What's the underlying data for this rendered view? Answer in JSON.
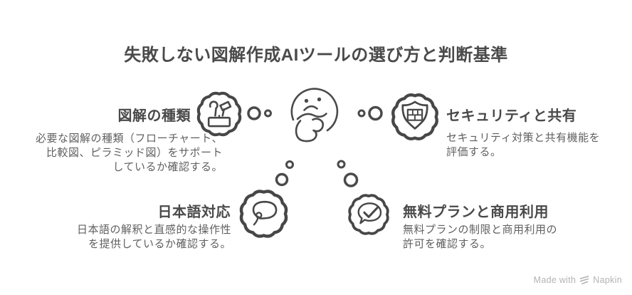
{
  "title": "失敗しない図解作成AIツールの選び方と判断基準",
  "center": {
    "icon": "thinking-face-icon"
  },
  "colors": {
    "heading_text": "#4a4a4a",
    "body_text": "#606060",
    "icon_stroke": "#474747",
    "footer_text": "#b3b3b3",
    "background": "#ffffff"
  },
  "sections": [
    {
      "id": "diagram-types",
      "icon": "toolbox-icon",
      "title": "図解の種類",
      "desc_lines": [
        "必要な図解の種類（フローチャート、",
        "比較図、ピラミッド図）をサポート",
        "しているか確認する。"
      ]
    },
    {
      "id": "security-sharing",
      "icon": "shield-bricks-icon",
      "title": "セキュリティと共有",
      "desc_lines": [
        "セキュリティ対策と共有機能を",
        "評価する。"
      ]
    },
    {
      "id": "japanese-support",
      "icon": "speech-bubble-icon",
      "title": "日本語対応",
      "desc_lines": [
        "日本語の解釈と直感的な操作性",
        "を提供しているか確認する。"
      ]
    },
    {
      "id": "free-plan-commercial",
      "icon": "check-bubble-icon",
      "title": "無料プランと商用利用",
      "desc_lines": [
        "無料プランの制限と商用利用の",
        "許可を確認する。"
      ]
    }
  ],
  "footer": {
    "made_with": "Made with",
    "logo_icon": "napkin-logo-icon",
    "brand": "Napkin"
  }
}
